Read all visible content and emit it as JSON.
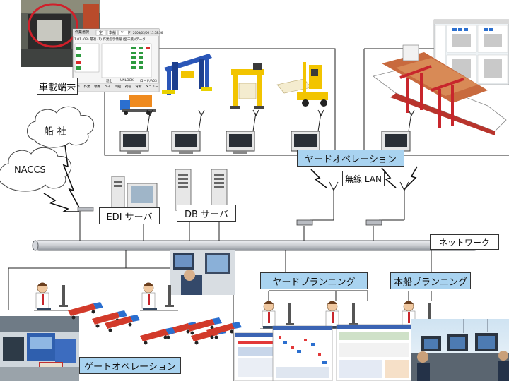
{
  "labels": {
    "vehicle_terminal": "車載端末",
    "shipping_company": "船 社",
    "naccs": "NACCS",
    "edi_server": "EDI サーバ",
    "db_server": "DB サーバ",
    "network": "ネットワーク",
    "yard_operation": "ヤードオペレーション",
    "wireless_lan": "無線 LAN",
    "yard_planning": "ヤードプランニング",
    "vessel_planning": "本船プランニング",
    "gate_operation": "ゲートオペレーション"
  },
  "terminal_screen": {
    "tabs": [
      "作業選択",
      "空",
      "本船",
      "ヤード"
    ],
    "timestamp": "2008/05/06 11:58:56",
    "header_line": "1.01 (03) 最適 (1) 作業指示情報 (至千葉)/データ",
    "buttons": [
      "退出",
      "UNLOCK",
      "ロード/A03"
    ],
    "bottom_tabs": [
      "ヲラ",
      "作業",
      "積機",
      "ベイ",
      "岡船",
      "荷役",
      "背村",
      "メニュー"
    ]
  },
  "colors": {
    "accent_blue": "#a9d3f0",
    "network_pipe": "#c9ccd1",
    "circle_red": "#d0202a",
    "truck_red": "#d23a2a",
    "crane_blue": "#2a56b8",
    "crane_yellow": "#f2c400",
    "crane_red": "#c8262c"
  }
}
